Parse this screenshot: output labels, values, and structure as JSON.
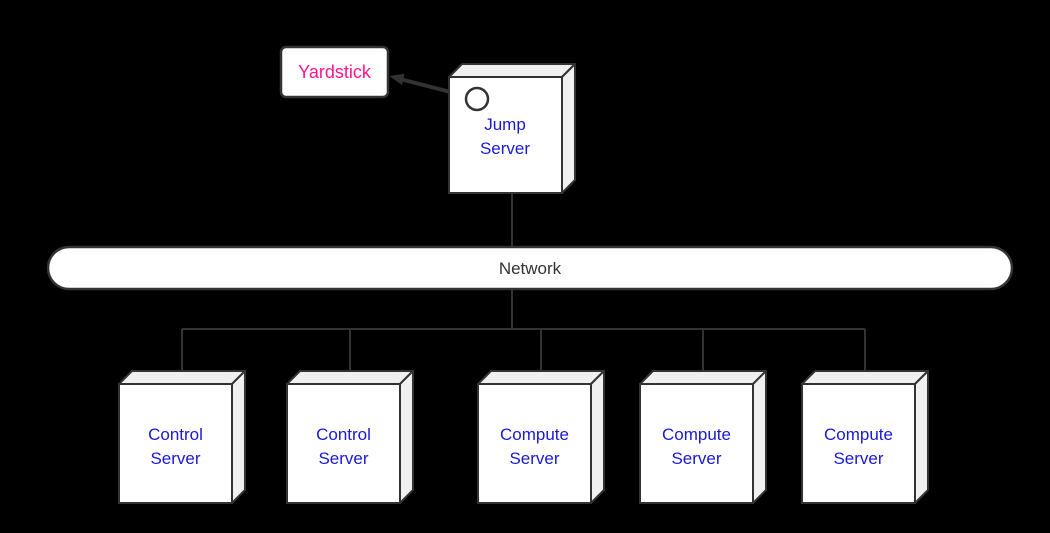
{
  "colors": {
    "background": "#000000",
    "node_fill": "#ffffff",
    "node_side_fill": "#f0f0f0",
    "outline": "#333333",
    "connector": "#333333",
    "server_label_text": "#1a1ad1",
    "yardstick_label_text": "#ff1493",
    "network_label_text": "#333333"
  },
  "yardstick": {
    "label": "Yardstick"
  },
  "jump_server": {
    "line1": "Jump",
    "line2": "Server"
  },
  "network": {
    "label": "Network"
  },
  "servers": [
    {
      "line1": "Control",
      "line2": "Server"
    },
    {
      "line1": "Control",
      "line2": "Server"
    },
    {
      "line1": "Compute",
      "line2": "Server"
    },
    {
      "line1": "Compute",
      "line2": "Server"
    },
    {
      "line1": "Compute",
      "line2": "Server"
    }
  ]
}
